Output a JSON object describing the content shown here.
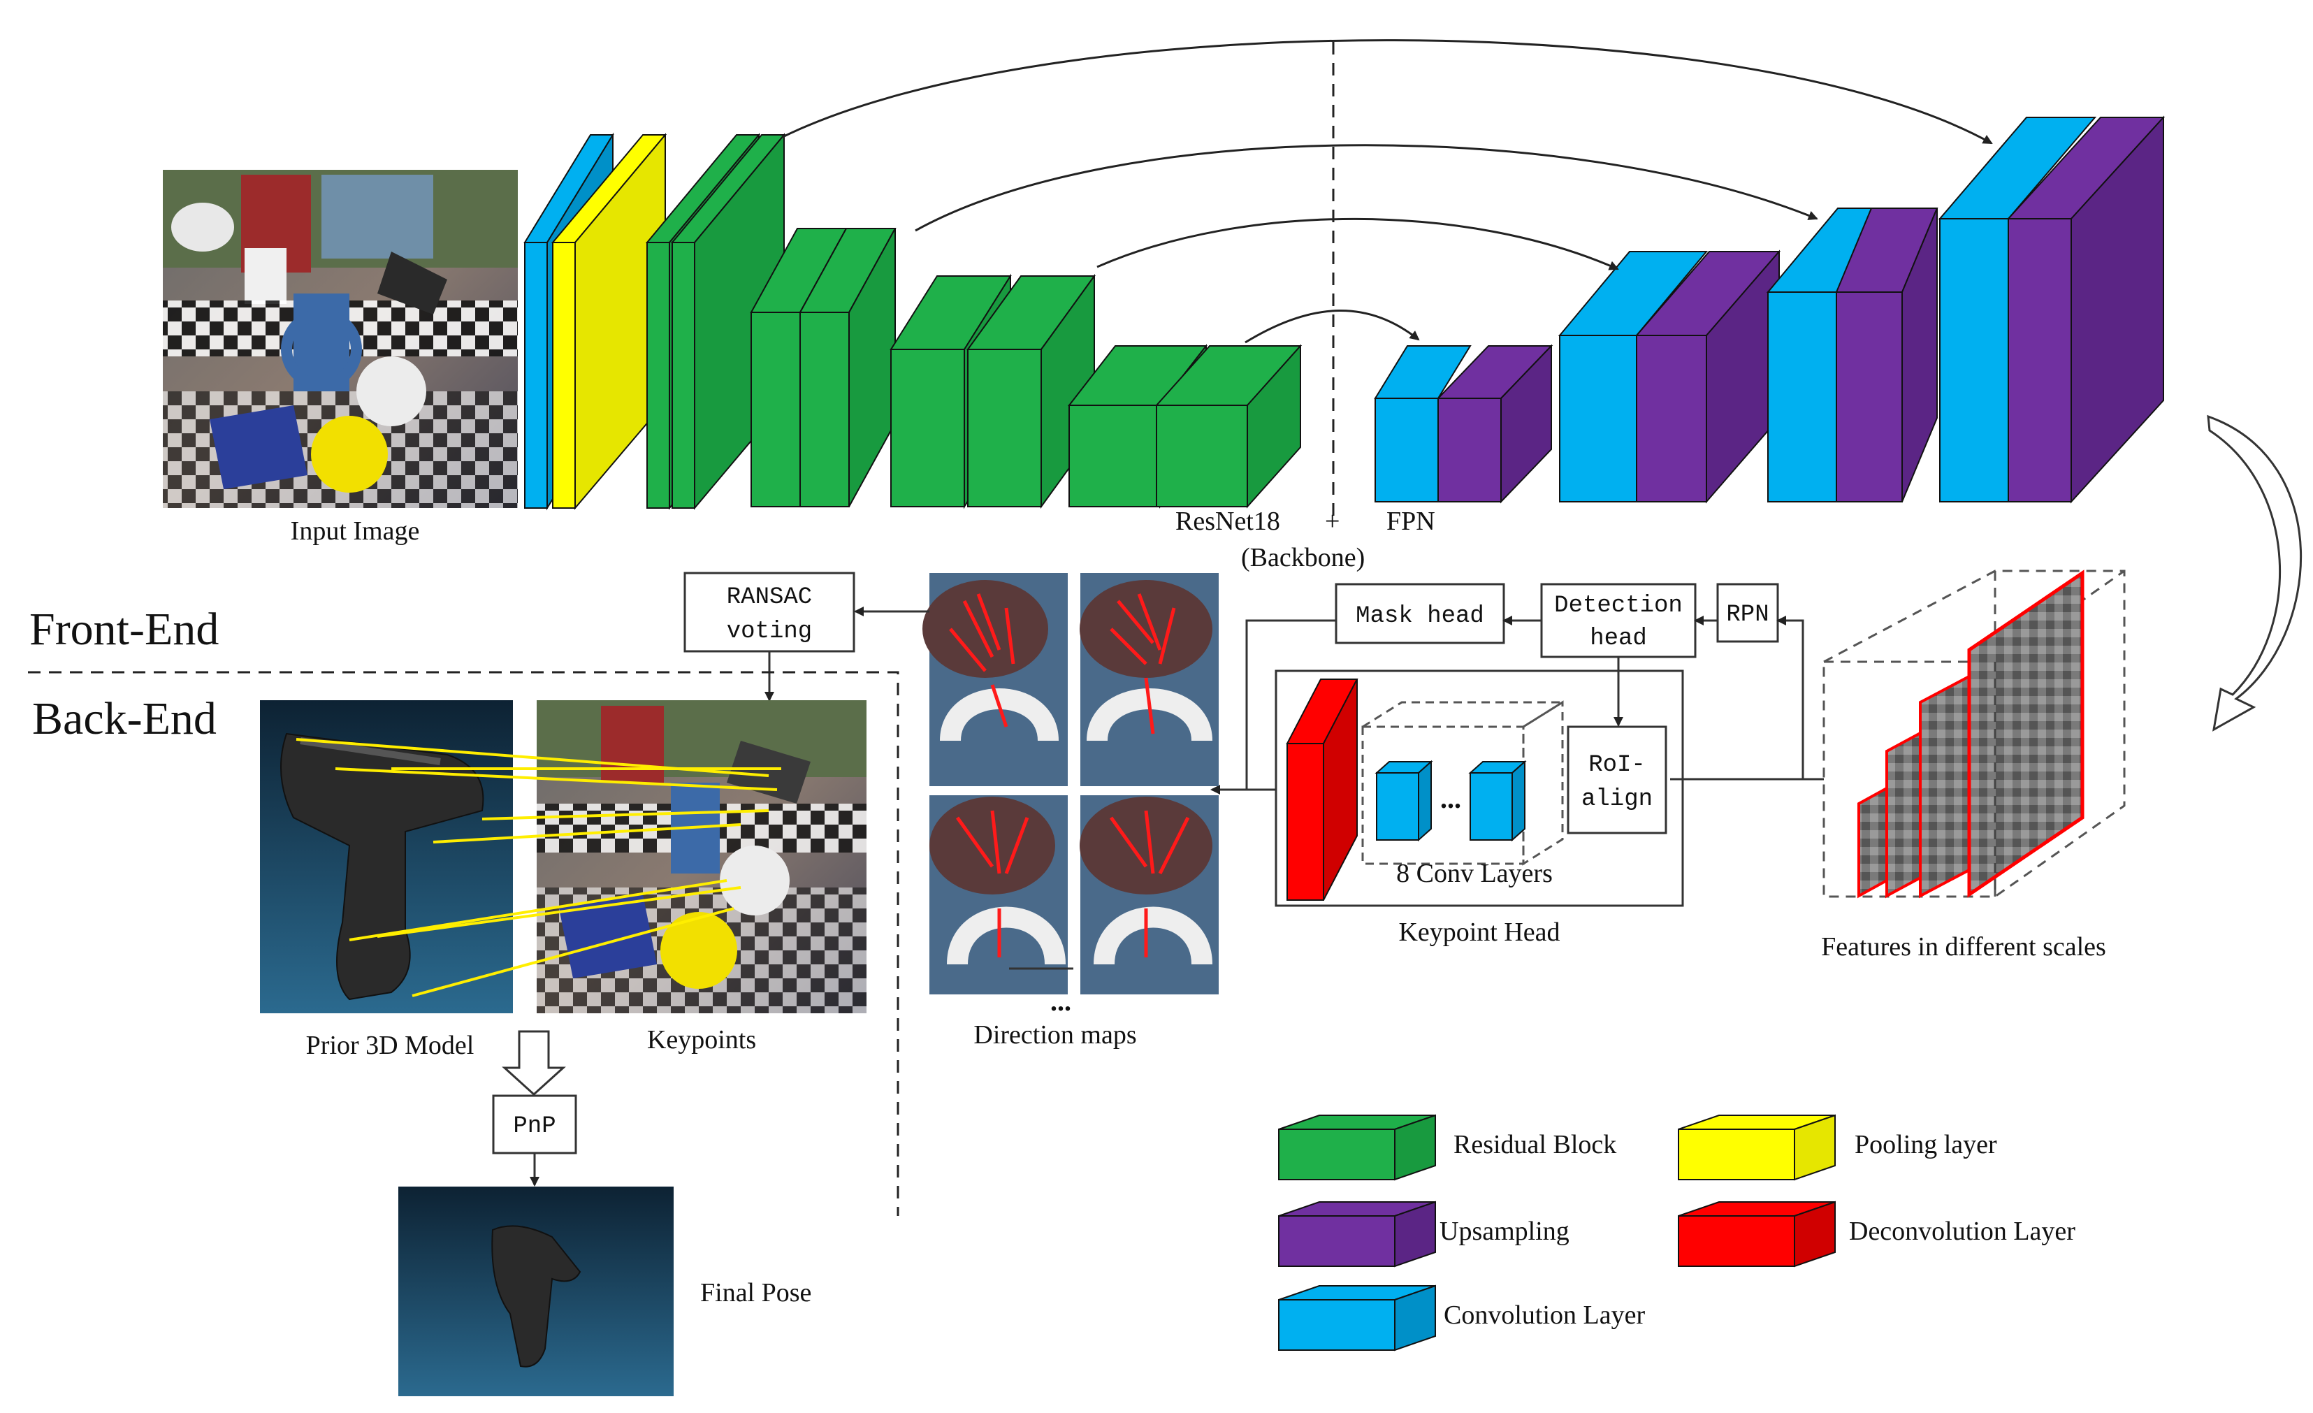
{
  "labels": {
    "input_image": "Input Image",
    "resnet": "ResNet18",
    "plus": "+",
    "fpn": "FPN",
    "backbone": "(Backbone)",
    "front_end": "Front-End",
    "back_end": "Back-End",
    "ransac_line1": "RANSAC",
    "ransac_line2": "voting",
    "mask_head": "Mask head",
    "detection_line1": "Detection",
    "detection_line2": "head",
    "rpn": "RPN",
    "roi_line1": "RoI-",
    "roi_line2": "align",
    "conv_layers": "8 Conv Layers",
    "conv_dots": "...",
    "keypoint_head": "Keypoint Head",
    "features": "Features in different scales",
    "direction_maps": "Direction maps",
    "direction_dots": "...",
    "prior_model": "Prior 3D Model",
    "keypoints": "Keypoints",
    "pnp": "PnP",
    "final_pose": "Final Pose"
  },
  "legend": [
    {
      "label": "Residual Block",
      "color": "#1fb04a"
    },
    {
      "label": "Pooling layer",
      "color": "#ffff00"
    },
    {
      "label": "Upsampling",
      "color": "#7030a0"
    },
    {
      "label": "Deconvolution Layer",
      "color": "#ff0000"
    },
    {
      "label": "Convolution Layer",
      "color": "#00b0f0"
    }
  ],
  "colors": {
    "residual": "#1fb04a",
    "pooling": "#ffff00",
    "upsampling": "#7030a0",
    "deconv": "#ff0000",
    "conv": "#00b0f0",
    "photo_bg": "#1f4a66"
  }
}
